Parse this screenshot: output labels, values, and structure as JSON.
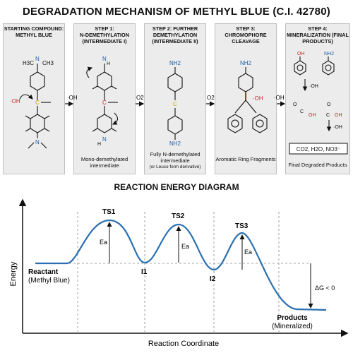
{
  "title": "DEGRADATION MECHANISM OF METHYL BLUE (C.I. 42780)",
  "steps": [
    {
      "heading": "STARTING COMPOUND:",
      "sub": "METHYL BLUE",
      "caption": ""
    },
    {
      "heading": "STEP 1:",
      "sub": "N-DEMETHYLATION (INTERMEDIATE I)",
      "caption": "Mono-demethylated intermediate"
    },
    {
      "heading": "STEP 2: FURTHER",
      "sub": "DEMETHYLATION (INTERMEDIATE II)",
      "caption": "Fully N-demethylated intermediate",
      "caption_small": "(or Leuco form derivative)"
    },
    {
      "heading": "STEP 3:",
      "sub": "CHROMOPHORE CLEAVAGE",
      "caption": "Aromatic Ring Fragments"
    },
    {
      "heading": "STEP 4:",
      "sub": "MINERALIZATION (FINAL PRODUCTS)",
      "caption": "Final Degraded Products"
    }
  ],
  "reagents": [
    "·OH",
    "O2",
    "O2",
    "·OH"
  ],
  "labels": {
    "oh": "·OH",
    "h3c": "H3C",
    "ch3": "CH3",
    "nh2": "NH2",
    "n": "N",
    "h": "H",
    "c": "C",
    "final_box": "CO2, H2O, NO3⁻"
  },
  "energy": {
    "section_title": "REACTION ENERGY DIAGRAM",
    "ylabel": "Energy",
    "xlabel": "Reaction Coordinate",
    "ts_labels": [
      "TS1",
      "TS2",
      "TS3"
    ],
    "ea_label": "Ea",
    "intermediates": [
      "I1",
      "I2"
    ],
    "reactant": "Reactant",
    "reactant_sub": "(Methyl Blue)",
    "products": "Products",
    "products_sub": "(Mineralized)",
    "dg_label": "ΔG < 0"
  },
  "colors": {
    "curve": "#2a6fb3",
    "nitrogen": "#1f5fa8",
    "radical": "#c62828",
    "carbon": "#c9a400"
  }
}
